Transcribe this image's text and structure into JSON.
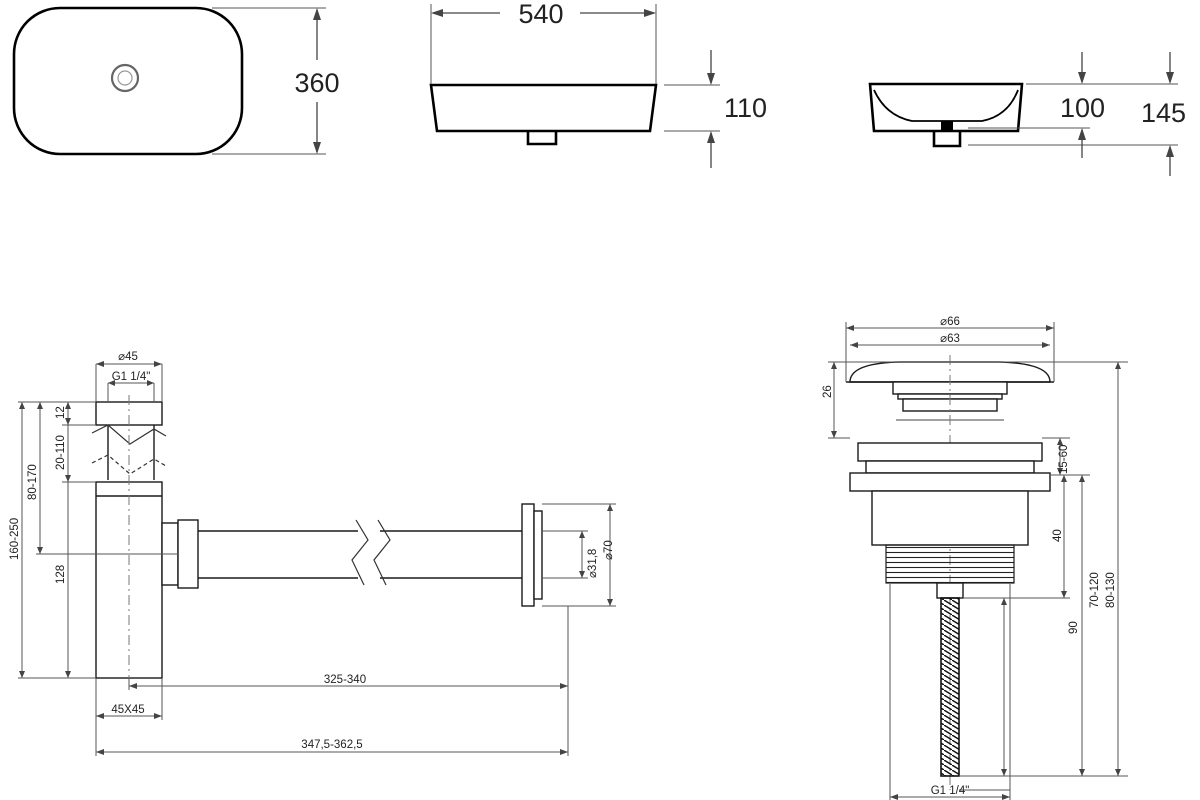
{
  "basin": {
    "depth_top_view": "360",
    "length": "540",
    "height": "110",
    "bowl_depth": "100",
    "total_height": "145"
  },
  "siphon": {
    "cap_diameter": "⌀45",
    "thread": "G1 1/4\"",
    "cap_height": "12",
    "adjust_range": "20-110",
    "adjust_upper": "80-170",
    "total_height": "160-250",
    "body_height": "128",
    "pipe_diameter": "⌀31,8",
    "flange_diameter": "⌀70",
    "pipe_length": "325-340",
    "body_section": "45X45",
    "total_length": "347,5-362,5"
  },
  "drain": {
    "cap_diameter": "⌀66",
    "inner_diameter": "⌀63",
    "cap_height": "26",
    "gap_range": "15-60",
    "body_height": "40",
    "range_1": "70-120",
    "range_2": "80-130",
    "stem_length": "90",
    "thread": "G1 1/4\""
  }
}
